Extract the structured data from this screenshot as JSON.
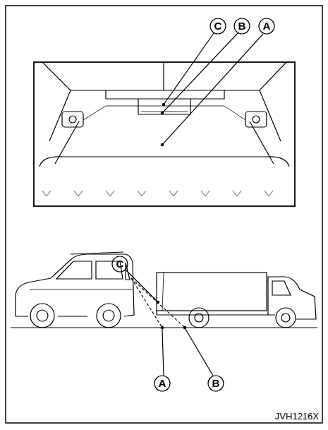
{
  "diagram": {
    "labels": [
      "C",
      "B",
      "A",
      "C",
      "A",
      "B",
      "JVH1216X"
    ]
  }
}
